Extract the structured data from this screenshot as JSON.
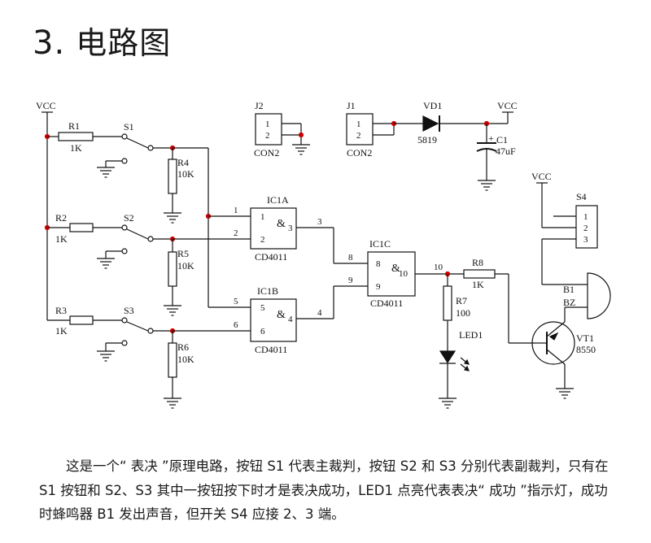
{
  "title": {
    "number": "3.",
    "text": "电路图"
  },
  "schematic": {
    "vcc": "VCC",
    "r1": "R1",
    "r1_val": "1K",
    "r2": "R2",
    "r2_val": "1K",
    "r3": "R3",
    "r3_val": "1K",
    "r4": "R4",
    "r4_val": "10K",
    "r5": "R5",
    "r5_val": "10K",
    "r6": "R6",
    "r6_val": "10K",
    "r7": "R7",
    "r7_val": "100",
    "r8": "R8",
    "r8_val": "1K",
    "s1": "S1",
    "s2": "S2",
    "s3": "S3",
    "s4": "S4",
    "j1": "J1",
    "j2": "J2",
    "con2": "CON2",
    "vd1": "VD1",
    "vd1_val": "5819",
    "c1": "C1",
    "c1_val": "47uF",
    "plus": "+",
    "ic1a": "IC1A",
    "ic1b": "IC1B",
    "ic1c": "IC1C",
    "cd4011": "CD4011",
    "amp": "&",
    "led1": "LED1",
    "b1": "B1",
    "bz": "BZ",
    "vt1": "VT1",
    "vt1_val": "8550",
    "pins": {
      "p1": "1",
      "p2": "2",
      "p3": "3",
      "p4": "4",
      "p5": "5",
      "p6": "6",
      "p8": "8",
      "p9": "9",
      "p10": "10",
      "p11": "1",
      "p12": "2",
      "p13": "3"
    }
  },
  "description": "这是一个“ 表决 ”原理电路，按钮 S1 代表主裁判，按钮 S2 和 S3 分别代表副裁判，只有在 S1 按钮和 S2、S3 其中一按钮按下时才是表决成功，LED1 点亮代表表决“ 成功 ”指示灯，成功时蜂鸣器 B1 发出声音，但开关 S4 应接 2、3 端。"
}
